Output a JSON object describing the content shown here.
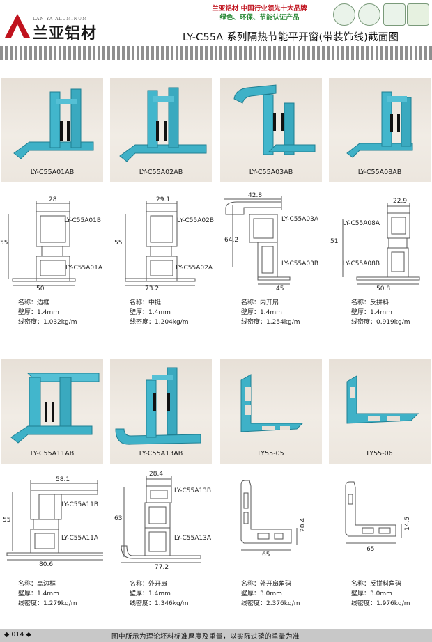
{
  "header": {
    "brand_latin": "LAN YA ALUMINUM",
    "brand_cn": "兰亚铝材",
    "slogan_line1": "兰亚铝材  中国行业领先十大品牌",
    "slogan_line2": "绿色、环保、节能认证产品",
    "page_title": "LY-C55A  系列隔热节能平开窗(带装饰线)截面图",
    "colors": {
      "brand_red": "#c0121d",
      "eco_green": "#2e8b3a",
      "profile_blue": "#3fb1c7"
    }
  },
  "row1_tiles": [
    "LY-C55A01AB",
    "LY-C55A02AB",
    "LY-C55A03AB",
    "LY-C55A08AB"
  ],
  "row1_drawings": [
    {
      "dims": [
        "28",
        "55",
        "50"
      ],
      "parts": [
        "LY-C55A01B",
        "LY-C55A01A"
      ]
    },
    {
      "dims": [
        "29.1",
        "55",
        "73.2"
      ],
      "parts": [
        "LY-C55A02B",
        "LY-C55A02A"
      ]
    },
    {
      "dims": [
        "42.8",
        "64.2",
        "45"
      ],
      "parts": [
        "LY-C55A03A",
        "LY-C55A03B"
      ]
    },
    {
      "dims": [
        "22.9",
        "51",
        "50.8"
      ],
      "parts": [
        "LY-C55A08A",
        "LY-C55A08B"
      ]
    }
  ],
  "row1_info": [
    {
      "name": "名称：边框",
      "wall": "壁厚：1.4mm",
      "density": "线密度：1.032kg/m"
    },
    {
      "name": "名称：中挺",
      "wall": "壁厚：1.4mm",
      "density": "线密度：1.204kg/m"
    },
    {
      "name": "名称：内开扇",
      "wall": "壁厚：1.4mm",
      "density": "线密度：1.254kg/m"
    },
    {
      "name": "名称：反拼料",
      "wall": "壁厚：1.4mm",
      "density": "线密度：0.919kg/m"
    }
  ],
  "row2_tiles": [
    "LY-C55A11AB",
    "LY-C55A13AB",
    "LY55-05",
    "LY55-06"
  ],
  "row2_drawings": [
    {
      "dims": [
        "58.1",
        "55",
        "80.6"
      ],
      "parts": [
        "LY-C55A11B",
        "LY-C55A11A"
      ]
    },
    {
      "dims": [
        "28.4",
        "63",
        "77.2"
      ],
      "parts": [
        "LY-C55A13B",
        "LY-C55A13A"
      ]
    },
    {
      "dims": [
        "20.4",
        "65"
      ],
      "parts": []
    },
    {
      "dims": [
        "14.5",
        "65"
      ],
      "parts": []
    }
  ],
  "row2_info": [
    {
      "name": "名称：高边框",
      "wall": "壁厚：1.4mm",
      "density": "线密度：1.279kg/m"
    },
    {
      "name": "名称：外开扇",
      "wall": "壁厚：1.4mm",
      "density": "线密度：1.346kg/m"
    },
    {
      "name": "名称：外开扇角码",
      "wall": "壁厚：3.0mm",
      "density": "线密度：2.376kg/m"
    },
    {
      "name": "名称：反拼料角码",
      "wall": "壁厚：3.0mm",
      "density": "线密度：1.976kg/m"
    }
  ],
  "footer": {
    "page_number": "◆ 014 ◆",
    "note": "图中所示为理论坯料标准厚度及重量，以实际过磅的重量为准"
  }
}
